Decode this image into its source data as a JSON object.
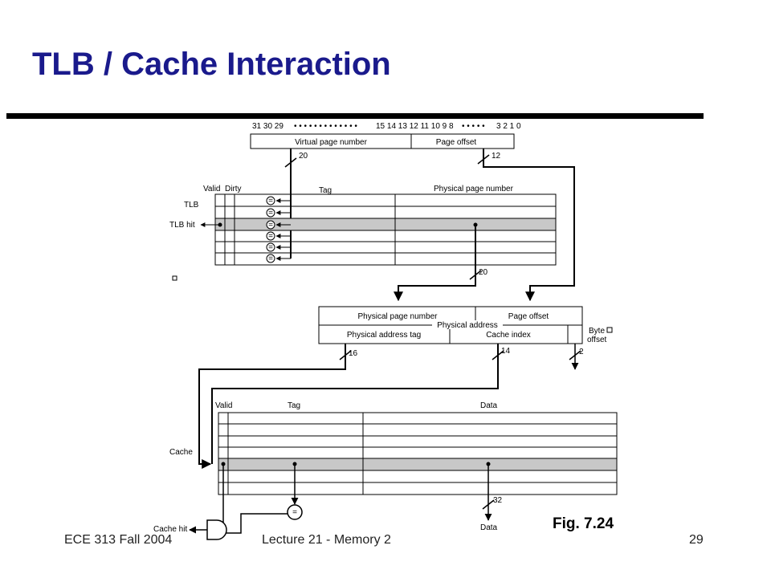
{
  "slide": {
    "title": "TLB / Cache Interaction",
    "figure_label": "Fig. 7.24",
    "footer_left": "ECE 313 Fall 2004",
    "footer_center": "Lecture 21 - Memory 2",
    "page_number": "29"
  },
  "diagram": {
    "virtual_address": {
      "bit_labels_left": "31 30 29",
      "bit_labels_mid": "15 14 13 12 11 10 9 8",
      "bit_labels_right": "3 2 1 0",
      "page_number_field": "Virtual page number",
      "page_offset_field": "Page offset",
      "page_number_width": "20",
      "page_offset_width": "12"
    },
    "tlb": {
      "label": "TLB",
      "hit_label": "TLB hit",
      "col_valid": "Valid",
      "col_dirty": "Dirty",
      "col_tag": "Tag",
      "col_physical_page_number": "Physical page number",
      "comparator_symbol": "=",
      "output_width": "20"
    },
    "physical_address": {
      "label": "Physical address",
      "physical_page_number_field": "Physical page number",
      "page_offset_field": "Page offset",
      "tag_field": "Physical address tag",
      "cache_index_field": "Cache index",
      "byte_offset_field_line1": "Byte",
      "byte_offset_field_line2": "offset",
      "tag_width": "16",
      "index_width": "14",
      "byte_offset_width": "2"
    },
    "cache": {
      "label": "Cache",
      "hit_label": "Cache hit",
      "col_valid": "Valid",
      "col_tag": "Tag",
      "col_data": "Data",
      "comparator_symbol": "=",
      "data_width": "32",
      "data_output_label": "Data"
    }
  }
}
